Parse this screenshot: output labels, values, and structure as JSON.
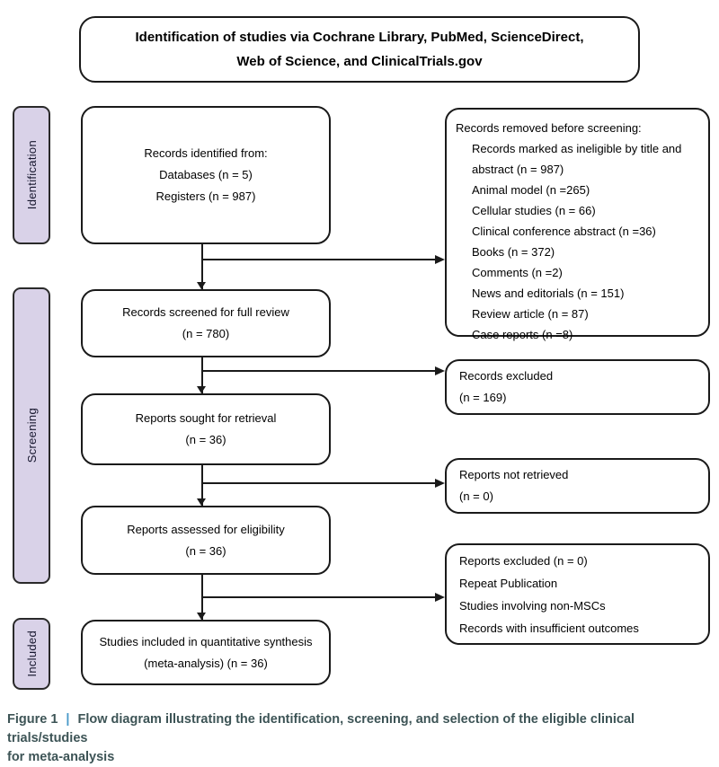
{
  "header": {
    "title_line1": "Identification of studies via Cochrane Library, PubMed, ScienceDirect,",
    "title_line2": "Web of Science, and ClinicalTrials.gov"
  },
  "stage_labels": {
    "identification": "Identification",
    "screening": "Screening",
    "included": "Included"
  },
  "flow": {
    "records_identified": {
      "lines": [
        "Records identified from:",
        "Databases (n = 5)",
        "Registers (n = 987)"
      ]
    },
    "records_screened": {
      "lines": [
        "Records screened for full review",
        "(n = 780)"
      ]
    },
    "reports_sought": {
      "lines": [
        "Reports sought for retrieval",
        "(n = 36)"
      ]
    },
    "reports_assessed": {
      "lines": [
        "Reports assessed for eligibility",
        "(n = 36)"
      ]
    },
    "studies_included": {
      "lines": [
        "Studies included in quantitative synthesis",
        "(meta-analysis) (n = 36)"
      ]
    }
  },
  "exclusions": {
    "records_removed": {
      "title": "Records removed before screening:",
      "items": [
        "Records marked as ineligible by title and abstract (n = 987)",
        "Animal model (n =265)",
        "Cellular studies (n = 66)",
        "Clinical conference abstract (n =36)",
        "Books (n = 372)",
        "Comments (n =2)",
        "News and editorials (n = 151)",
        "Review article (n = 87)",
        "Case reports (n =8)"
      ]
    },
    "records_excluded": {
      "lines": [
        "Records excluded",
        "(n = 169)"
      ]
    },
    "reports_not_retrieved": {
      "lines": [
        "Reports not retrieved",
        "(n = 0)"
      ]
    },
    "reports_excluded": {
      "lines": [
        "Reports excluded (n = 0)",
        "Repeat Publication",
        "Studies involving non-MSCs",
        "Records with insufficient outcomes"
      ]
    }
  },
  "caption": {
    "figure_label": "Figure 1",
    "separator": "|",
    "line1": "Flow diagram illustrating the identification, screening, and selection of the eligible clinical trials/studies",
    "line2": "for meta-analysis"
  },
  "colors": {
    "stage_label_fill": "#d9d2e8",
    "box_border": "#1a1a1a",
    "caption_text": "#3d5456",
    "caption_separator": "#4a9ac9"
  }
}
